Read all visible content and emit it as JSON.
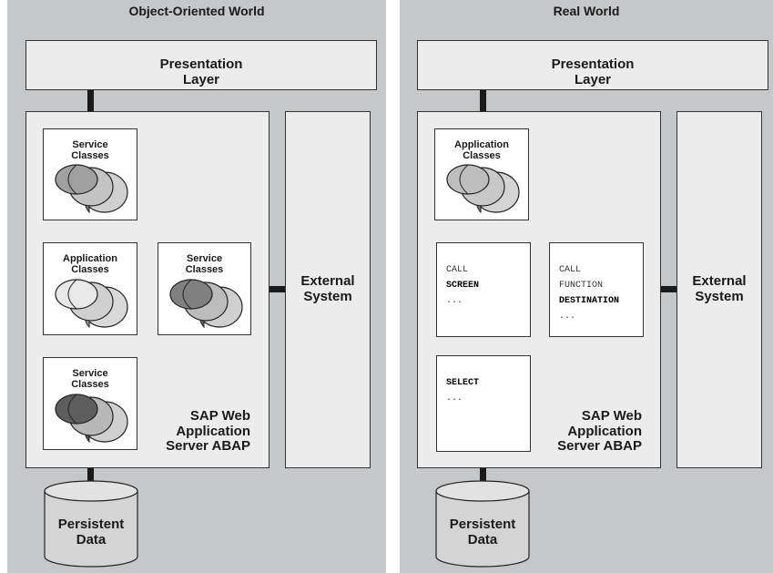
{
  "left": {
    "title": "Object-Oriented World",
    "presentation_layer": "Presentation\nLayer",
    "service_classes_top": "Service\nClasses",
    "application_classes": "Application\nClasses",
    "service_classes_right": "Service\nClasses",
    "service_classes_bottom": "Service\nClasses",
    "external_system": "External\nSystem",
    "server_label": "SAP Web\nApplication\nServer ABAP",
    "persistent_data": "Persistent\nData"
  },
  "right": {
    "title": "Real World",
    "presentation_layer": "Presentation\nLayer",
    "application_classes": "Application\nClasses",
    "call_screen": {
      "line1": "CALL",
      "line2": "SCREEN",
      "line3": "..."
    },
    "call_function": {
      "line1": "CALL",
      "line2": "FUNCTION",
      "line3": "DESTINATION",
      "line4": "..."
    },
    "select": {
      "line1": "SELECT",
      "line2": "..."
    },
    "external_system": "External\nSystem",
    "server_label": "SAP Web\nApplication\nServer ABAP",
    "persistent_data": "Persistent\nData"
  }
}
